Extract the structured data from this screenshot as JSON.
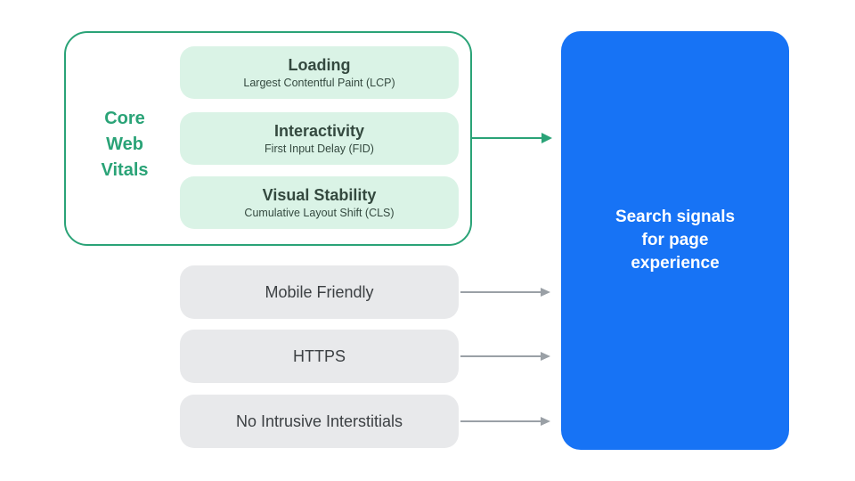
{
  "colors": {
    "green": "#2aa377",
    "green_light": "#daf3e6",
    "green_text_dark": "#34493f",
    "gray_fill": "#e8e9eb",
    "gray_text": "#3c4043",
    "arrow_gray": "#9aa0a6",
    "blue": "#1773f5",
    "white": "#ffffff",
    "background": "#ffffff"
  },
  "cwv_group": {
    "label": "Core Web Vitals",
    "items": [
      {
        "title": "Loading",
        "subtitle": "Largest Contentful Paint (LCP)"
      },
      {
        "title": "Interactivity",
        "subtitle": "First Input Delay (FID)"
      },
      {
        "title": "Visual Stability",
        "subtitle": "Cumulative Layout Shift (CLS)"
      }
    ]
  },
  "other_signals": [
    {
      "label": "Mobile Friendly"
    },
    {
      "label": "HTTPS"
    },
    {
      "label": "No Intrusive Interstitials"
    }
  ],
  "result_panel": {
    "title": "Search signals for page experience"
  }
}
